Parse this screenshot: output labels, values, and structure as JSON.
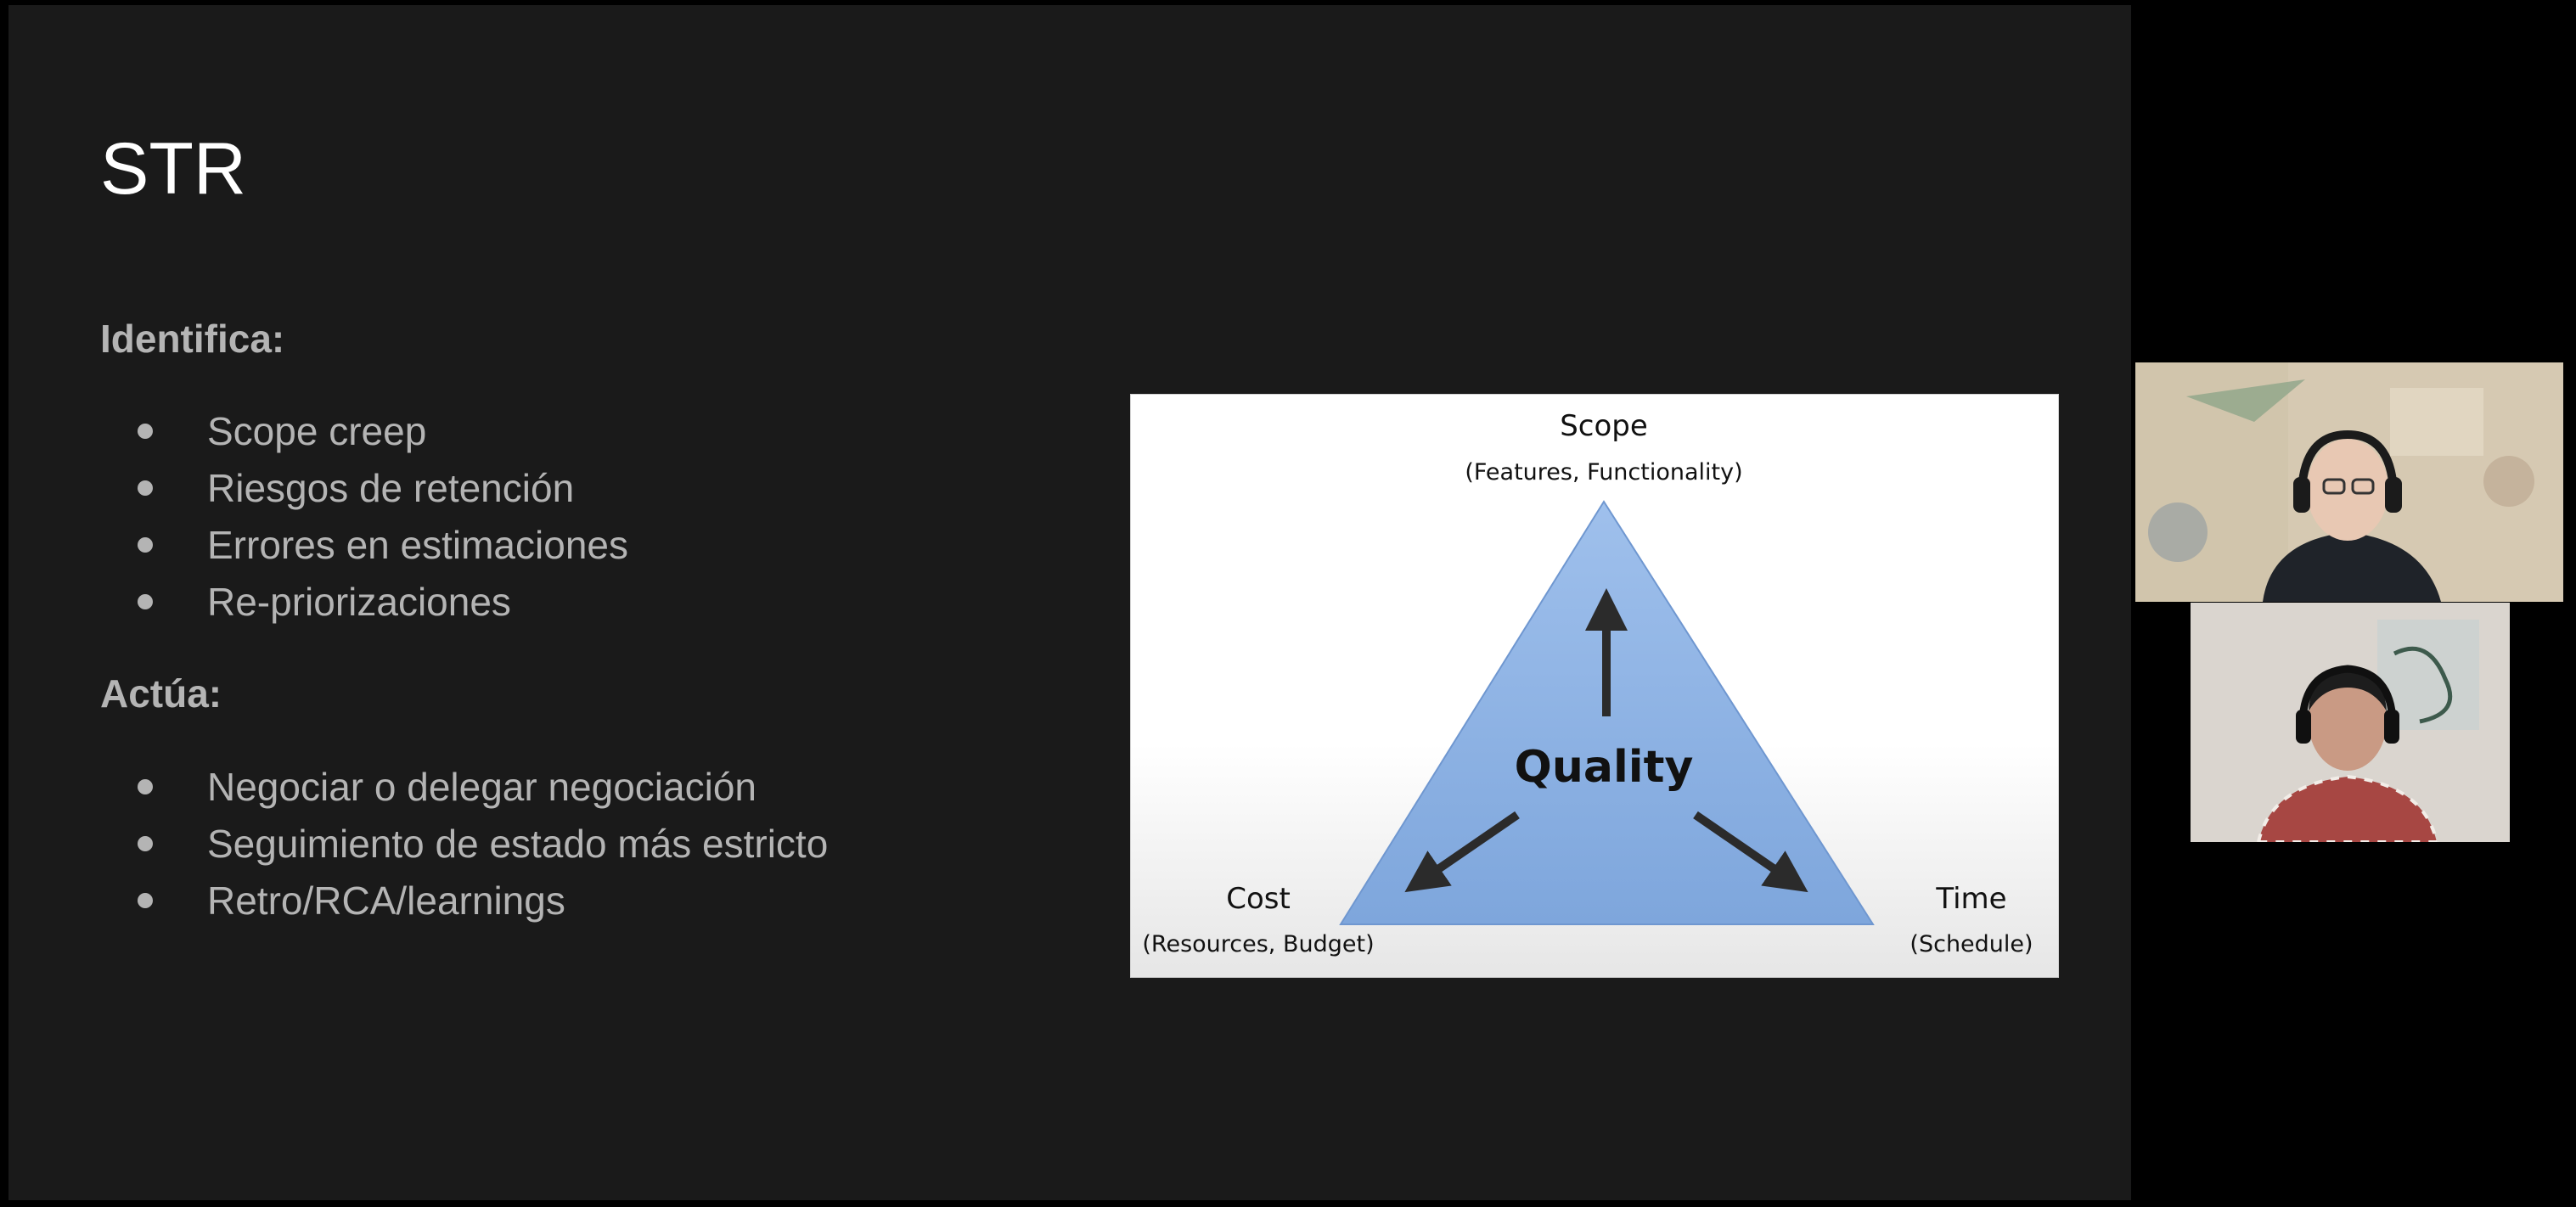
{
  "slide": {
    "title": "STR",
    "sections": [
      {
        "heading": "Identifica:",
        "items": [
          "Scope creep",
          "Riesgos de retención",
          "Errores en estimaciones",
          "Re-priorizaciones"
        ]
      },
      {
        "heading": "Actúa:",
        "items": [
          "Negociar o delegar negociación",
          "Seguimiento de estado más estricto",
          "Retro/RCA/learnings"
        ]
      }
    ]
  },
  "figure": {
    "top_label": "Scope",
    "top_sub": "(Features, Functionality)",
    "center_label": "Quality",
    "left_label": "Cost",
    "left_sub": "(Resources, Budget)",
    "right_label": "Time",
    "right_sub": "(Schedule)",
    "triangle_color": "#8fb2e3",
    "arrow_color": "#2b2b2b"
  },
  "participants": [
    {
      "name": "participant-1-video",
      "bg": "#d8cbb4"
    },
    {
      "name": "participant-2-video",
      "bg": "#ddd8d2"
    }
  ],
  "colors": {
    "slide_background": "#1a1a1a",
    "title_text": "#ffffff",
    "body_text": "#b4b4b4",
    "outer_background": "#000000"
  }
}
